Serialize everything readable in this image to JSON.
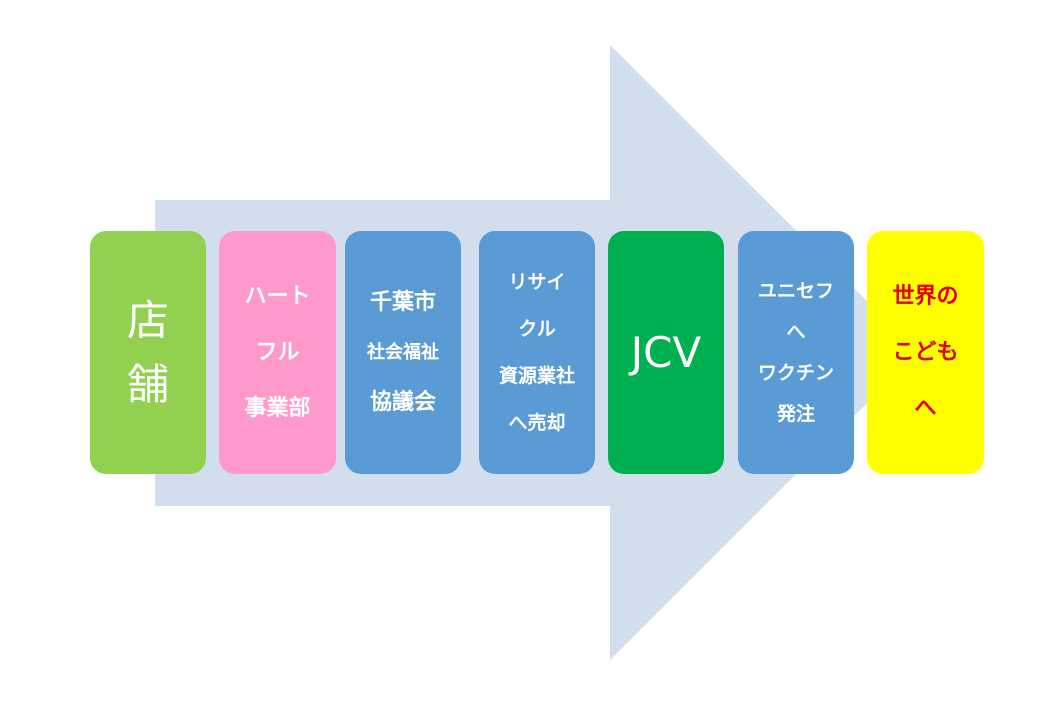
{
  "colors": {
    "arrow": "#d2deed",
    "green_light": "#92d050",
    "pink": "#ff99cc",
    "blue": "#5b9bd5",
    "green": "#00b050",
    "yellow": "#ffff00",
    "red_text": "#e00000"
  },
  "steps": [
    {
      "lines": [
        "店",
        "舗"
      ]
    },
    {
      "lines": [
        "ハート",
        "フル",
        "事業部"
      ]
    },
    {
      "lines": [
        "千葉市",
        "社会福祉",
        "協議会"
      ]
    },
    {
      "lines": [
        "リサイ",
        "クル",
        "資源業社",
        "へ売却"
      ]
    },
    {
      "lines": [
        "JCV"
      ]
    },
    {
      "lines": [
        "ユニセフ",
        "へ",
        "ワクチン",
        "発注"
      ]
    },
    {
      "lines": [
        "世界の",
        "こども",
        "へ"
      ]
    }
  ]
}
